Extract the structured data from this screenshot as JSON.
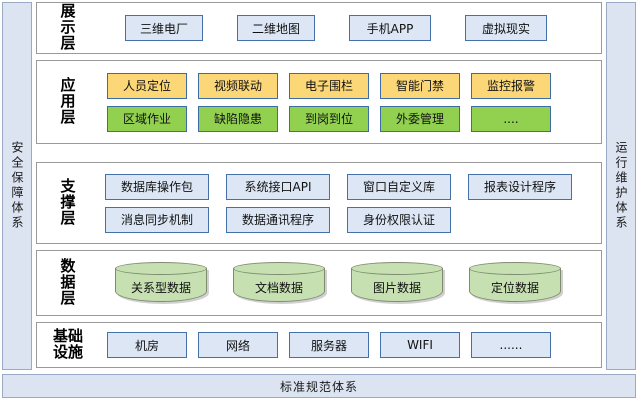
{
  "sides": {
    "left_label": "安全保障体系",
    "right_label": "运行维护体系"
  },
  "bottom": {
    "label": "标准规范体系"
  },
  "colors": {
    "panel_blue": "#DCE4F2",
    "node_blue_fill": "#DCE6F4",
    "node_blue_border": "#4472A8",
    "node_orange_fill": "#FCD778",
    "node_green_fill": "#92D04F",
    "cylinder_fill": "#C6E0B2",
    "layer_border": "#9A9A9A"
  },
  "layers": [
    {
      "id": "presentation",
      "label": "展示层",
      "label_chars": [
        "展",
        "示",
        "层"
      ],
      "rows": [
        {
          "style": "blue",
          "items": [
            "三维电厂",
            "二维地图",
            "手机APP",
            "虚拟现实"
          ]
        }
      ]
    },
    {
      "id": "application",
      "label": "应用层",
      "label_chars": [
        "应",
        "用",
        "层"
      ],
      "rows": [
        {
          "style": "orange",
          "items": [
            "人员定位",
            "视频联动",
            "电子围栏",
            "智能门禁",
            "监控报警"
          ]
        },
        {
          "style": "green",
          "items": [
            "区域作业",
            "缺陷隐患",
            "到岗到位",
            "外委管理",
            "...."
          ]
        }
      ]
    },
    {
      "id": "support",
      "label": "支撑层",
      "label_chars": [
        "支",
        "撑",
        "层"
      ],
      "rows": [
        {
          "style": "blue",
          "items": [
            "数据库操作包",
            "系统接口API",
            "窗口自定义库",
            "报表设计程序"
          ]
        },
        {
          "style": "blue",
          "items": [
            "消息同步机制",
            "数据通讯程序",
            "身份权限认证"
          ]
        }
      ]
    },
    {
      "id": "data",
      "label": "数据层",
      "label_chars": [
        "数",
        "据",
        "层"
      ],
      "cylinders": [
        "关系型数据",
        "文档数据",
        "图片数据",
        "定位数据"
      ]
    },
    {
      "id": "infrastructure",
      "label": "基础设施",
      "label_lines": [
        "基础",
        "设施"
      ],
      "rows": [
        {
          "style": "blue",
          "items": [
            "机房",
            "网络",
            "服务器",
            "WIFI",
            "......"
          ]
        }
      ]
    }
  ]
}
